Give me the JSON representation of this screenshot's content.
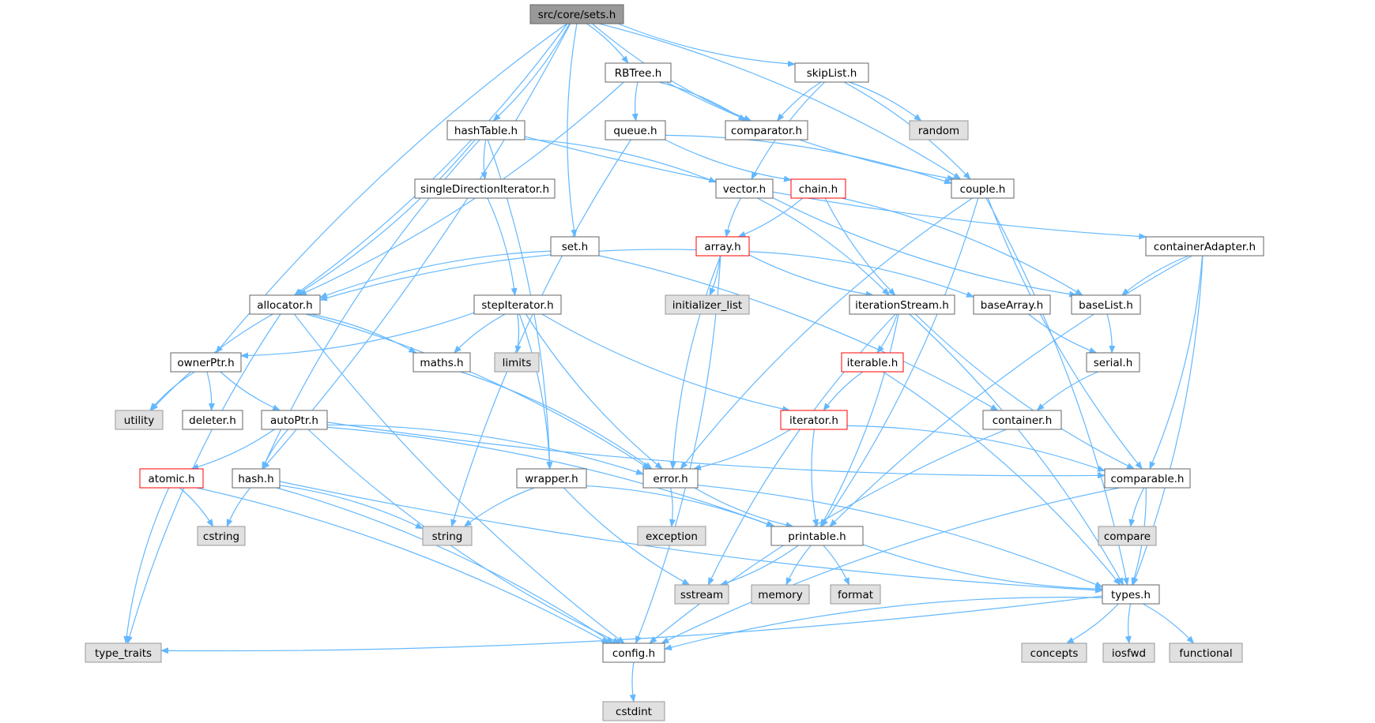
{
  "graph_title": "src/core/sets.h",
  "style": {
    "edge_color": "#63b8ff",
    "root_fill": "#999999",
    "normal_fill": "#ffffff",
    "normal_stroke": "#666666",
    "external_fill": "#e0e0e0",
    "external_stroke": "#999999",
    "highlight_stroke": "#ff0000",
    "text_color": "#000000"
  },
  "nodes": [
    {
      "id": "sets",
      "label": "src/core/sets.h",
      "kind": "root"
    },
    {
      "id": "RBTree",
      "label": "RBTree.h",
      "kind": "file"
    },
    {
      "id": "skipList",
      "label": "skipList.h",
      "kind": "file"
    },
    {
      "id": "hashTable",
      "label": "hashTable.h",
      "kind": "file"
    },
    {
      "id": "queue",
      "label": "queue.h",
      "kind": "file"
    },
    {
      "id": "comparator",
      "label": "comparator.h",
      "kind": "file"
    },
    {
      "id": "random",
      "label": "random",
      "kind": "external"
    },
    {
      "id": "singleDir",
      "label": "singleDirectionIterator.h",
      "kind": "file"
    },
    {
      "id": "vector",
      "label": "vector.h",
      "kind": "file"
    },
    {
      "id": "chain",
      "label": "chain.h",
      "kind": "incomplete"
    },
    {
      "id": "couple",
      "label": "couple.h",
      "kind": "file"
    },
    {
      "id": "set",
      "label": "set.h",
      "kind": "file"
    },
    {
      "id": "array",
      "label": "array.h",
      "kind": "incomplete"
    },
    {
      "id": "containerAdapter",
      "label": "containerAdapter.h",
      "kind": "file"
    },
    {
      "id": "allocator",
      "label": "allocator.h",
      "kind": "file"
    },
    {
      "id": "stepIterator",
      "label": "stepIterator.h",
      "kind": "file"
    },
    {
      "id": "initializer_list",
      "label": "initializer_list",
      "kind": "external"
    },
    {
      "id": "iterationStream",
      "label": "iterationStream.h",
      "kind": "file"
    },
    {
      "id": "baseArray",
      "label": "baseArray.h",
      "kind": "file"
    },
    {
      "id": "baseList",
      "label": "baseList.h",
      "kind": "file"
    },
    {
      "id": "ownerPtr",
      "label": "ownerPtr.h",
      "kind": "file"
    },
    {
      "id": "maths",
      "label": "maths.h",
      "kind": "file"
    },
    {
      "id": "limits",
      "label": "limits",
      "kind": "external"
    },
    {
      "id": "iterable",
      "label": "iterable.h",
      "kind": "incomplete"
    },
    {
      "id": "serial",
      "label": "serial.h",
      "kind": "file"
    },
    {
      "id": "utility",
      "label": "utility",
      "kind": "external"
    },
    {
      "id": "deleter",
      "label": "deleter.h",
      "kind": "file"
    },
    {
      "id": "autoPtr",
      "label": "autoPtr.h",
      "kind": "file"
    },
    {
      "id": "iterator",
      "label": "iterator.h",
      "kind": "incomplete"
    },
    {
      "id": "container",
      "label": "container.h",
      "kind": "file"
    },
    {
      "id": "atomic",
      "label": "atomic.h",
      "kind": "incomplete"
    },
    {
      "id": "hash",
      "label": "hash.h",
      "kind": "file"
    },
    {
      "id": "wrapper",
      "label": "wrapper.h",
      "kind": "file"
    },
    {
      "id": "error",
      "label": "error.h",
      "kind": "file"
    },
    {
      "id": "comparable",
      "label": "comparable.h",
      "kind": "file"
    },
    {
      "id": "cstring",
      "label": "cstring",
      "kind": "external"
    },
    {
      "id": "string",
      "label": "string",
      "kind": "external"
    },
    {
      "id": "exception",
      "label": "exception",
      "kind": "external"
    },
    {
      "id": "printable",
      "label": "printable.h",
      "kind": "file"
    },
    {
      "id": "compare",
      "label": "compare",
      "kind": "external"
    },
    {
      "id": "sstream",
      "label": "sstream",
      "kind": "external"
    },
    {
      "id": "memory",
      "label": "memory",
      "kind": "external"
    },
    {
      "id": "format",
      "label": "format",
      "kind": "external"
    },
    {
      "id": "types",
      "label": "types.h",
      "kind": "file"
    },
    {
      "id": "type_traits",
      "label": "type_traits",
      "kind": "external"
    },
    {
      "id": "config",
      "label": "config.h",
      "kind": "file"
    },
    {
      "id": "concepts",
      "label": "concepts",
      "kind": "external"
    },
    {
      "id": "iosfwd",
      "label": "iosfwd",
      "kind": "external"
    },
    {
      "id": "functional",
      "label": "functional",
      "kind": "external"
    },
    {
      "id": "cstdint",
      "label": "cstdint",
      "kind": "external"
    }
  ],
  "edges": [
    [
      "sets",
      "RBTree"
    ],
    [
      "sets",
      "skipList"
    ],
    [
      "sets",
      "hashTable"
    ],
    [
      "sets",
      "comparator"
    ],
    [
      "sets",
      "couple"
    ],
    [
      "sets",
      "set"
    ],
    [
      "sets",
      "allocator"
    ],
    [
      "sets",
      "ownerPtr"
    ],
    [
      "sets",
      "hash"
    ],
    [
      "RBTree",
      "queue"
    ],
    [
      "RBTree",
      "comparator"
    ],
    [
      "RBTree",
      "couple"
    ],
    [
      "RBTree",
      "allocator"
    ],
    [
      "skipList",
      "comparator"
    ],
    [
      "skipList",
      "random"
    ],
    [
      "skipList",
      "vector"
    ],
    [
      "skipList",
      "couple"
    ],
    [
      "hashTable",
      "singleDir"
    ],
    [
      "hashTable",
      "vector"
    ],
    [
      "hashTable",
      "containerAdapter"
    ],
    [
      "hashTable",
      "allocator"
    ],
    [
      "hashTable",
      "hash"
    ],
    [
      "hashTable",
      "wrapper"
    ],
    [
      "queue",
      "chain"
    ],
    [
      "queue",
      "couple"
    ],
    [
      "queue",
      "string"
    ],
    [
      "singleDir",
      "stepIterator"
    ],
    [
      "vector",
      "array"
    ],
    [
      "vector",
      "iterationStream"
    ],
    [
      "vector",
      "baseList"
    ],
    [
      "chain",
      "array"
    ],
    [
      "chain",
      "iterationStream"
    ],
    [
      "chain",
      "baseList"
    ],
    [
      "couple",
      "error"
    ],
    [
      "couple",
      "printable"
    ],
    [
      "couple",
      "comparable"
    ],
    [
      "couple",
      "types"
    ],
    [
      "set",
      "allocator"
    ],
    [
      "set",
      "container"
    ],
    [
      "array",
      "allocator"
    ],
    [
      "array",
      "initializer_list"
    ],
    [
      "array",
      "iterationStream"
    ],
    [
      "array",
      "baseArray"
    ],
    [
      "array",
      "error"
    ],
    [
      "array",
      "config"
    ],
    [
      "containerAdapter",
      "baseList"
    ],
    [
      "containerAdapter",
      "comparable"
    ],
    [
      "containerAdapter",
      "printable"
    ],
    [
      "containerAdapter",
      "types"
    ],
    [
      "allocator",
      "utility"
    ],
    [
      "allocator",
      "maths"
    ],
    [
      "allocator",
      "type_traits"
    ],
    [
      "allocator",
      "error"
    ],
    [
      "allocator",
      "config"
    ],
    [
      "stepIterator",
      "ownerPtr"
    ],
    [
      "stepIterator",
      "maths"
    ],
    [
      "stepIterator",
      "limits"
    ],
    [
      "stepIterator",
      "iterator"
    ],
    [
      "stepIterator",
      "wrapper"
    ],
    [
      "stepIterator",
      "error"
    ],
    [
      "iterationStream",
      "iterable"
    ],
    [
      "iterationStream",
      "sstream"
    ],
    [
      "iterationStream",
      "printable"
    ],
    [
      "iterationStream",
      "comparable"
    ],
    [
      "iterationStream",
      "types"
    ],
    [
      "baseArray",
      "serial"
    ],
    [
      "baseList",
      "serial"
    ],
    [
      "ownerPtr",
      "utility"
    ],
    [
      "ownerPtr",
      "deleter"
    ],
    [
      "ownerPtr",
      "autoPtr"
    ],
    [
      "maths",
      "error"
    ],
    [
      "iterable",
      "iterator"
    ],
    [
      "iterable",
      "types"
    ],
    [
      "serial",
      "container"
    ],
    [
      "autoPtr",
      "atomic"
    ],
    [
      "autoPtr",
      "hash"
    ],
    [
      "autoPtr",
      "error"
    ],
    [
      "autoPtr",
      "comparable"
    ],
    [
      "autoPtr",
      "printable"
    ],
    [
      "autoPtr",
      "config"
    ],
    [
      "iterator",
      "error"
    ],
    [
      "iterator",
      "printable"
    ],
    [
      "iterator",
      "comparable"
    ],
    [
      "container",
      "config"
    ],
    [
      "atomic",
      "cstring"
    ],
    [
      "atomic",
      "type_traits"
    ],
    [
      "atomic",
      "config"
    ],
    [
      "hash",
      "cstring"
    ],
    [
      "hash",
      "string"
    ],
    [
      "hash",
      "types"
    ],
    [
      "hash",
      "config"
    ],
    [
      "wrapper",
      "string"
    ],
    [
      "wrapper",
      "printable"
    ],
    [
      "wrapper",
      "sstream"
    ],
    [
      "error",
      "exception"
    ],
    [
      "error",
      "printable"
    ],
    [
      "error",
      "types"
    ],
    [
      "comparable",
      "compare"
    ],
    [
      "comparable",
      "types"
    ],
    [
      "comparable",
      "config"
    ],
    [
      "printable",
      "sstream"
    ],
    [
      "printable",
      "memory"
    ],
    [
      "printable",
      "format"
    ],
    [
      "printable",
      "types"
    ],
    [
      "types",
      "type_traits"
    ],
    [
      "types",
      "config"
    ],
    [
      "types",
      "concepts"
    ],
    [
      "types",
      "iosfwd"
    ],
    [
      "types",
      "functional"
    ],
    [
      "config",
      "cstdint"
    ]
  ]
}
